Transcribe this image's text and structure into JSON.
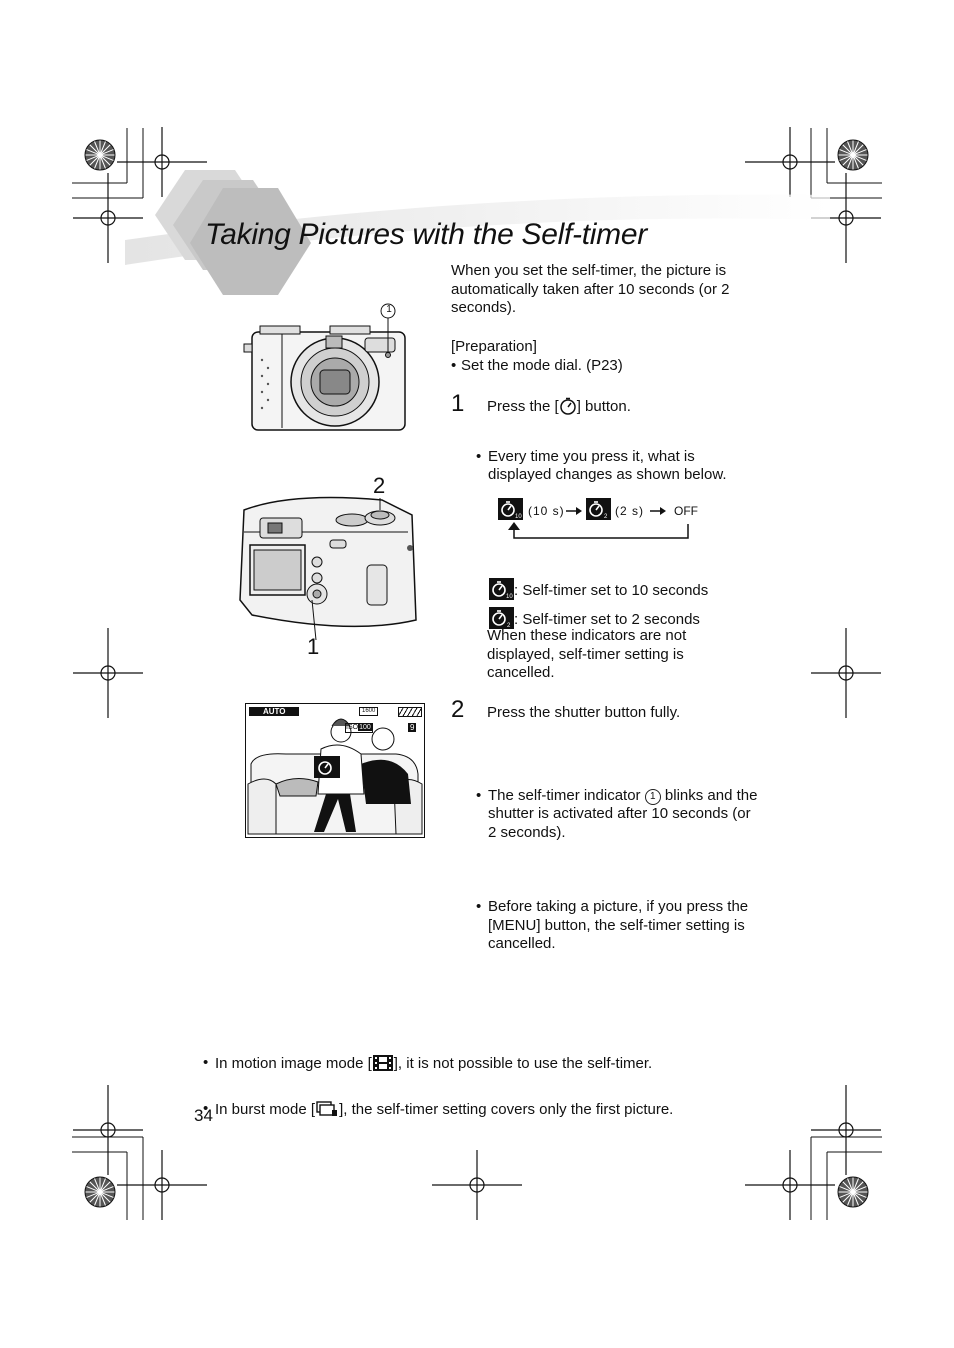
{
  "page": {
    "title": "Taking Pictures with the Self-timer",
    "page_number": "34"
  },
  "intro": {
    "text": "When you set the self-timer, the picture is automatically taken after 10 seconds (or 2 seconds).",
    "preparation_heading": "[Preparation]",
    "preparation_item": "Set the mode dial. (P23)"
  },
  "step1": {
    "number": "1",
    "text_before": "Press the [",
    "text_after": "] button.",
    "bullet": "Every time you press it, what is displayed changes as shown below."
  },
  "cycle": {
    "item1_label": "(10 s)",
    "item2_label": "(2 s)",
    "item3_label": "OFF"
  },
  "indicators": {
    "ten_sec": ": Self-timer set to 10 seconds",
    "two_sec": ": Self-timer set to 2 seconds",
    "note": "When these indicators are not displayed, self-timer setting is cancelled."
  },
  "step2": {
    "number": "2",
    "text": "Press the shutter button fully.",
    "bullet1_before": "The self-timer indicator",
    "bullet1_circle": "1",
    "bullet1_after": "blinks and the shutter is activated after 10 seconds (or 2 seconds).",
    "bullet2": "Before taking a picture, if you press the [MENU] button, the self-timer setting is cancelled."
  },
  "notes": {
    "note1_before": "In motion image mode [",
    "note1_after": "], it is not possible to use the self-timer.",
    "note2_before": "In burst mode [",
    "note2_after": "], the self-timer setting covers only the first picture."
  },
  "figures": {
    "front_callout": "1",
    "top_callout_2": "2",
    "top_callout_1": "1",
    "lcd": {
      "mode": "AUTO",
      "resolution": "1600",
      "iso_label": "ISO",
      "iso_value": "100",
      "shots_left": "9"
    }
  }
}
